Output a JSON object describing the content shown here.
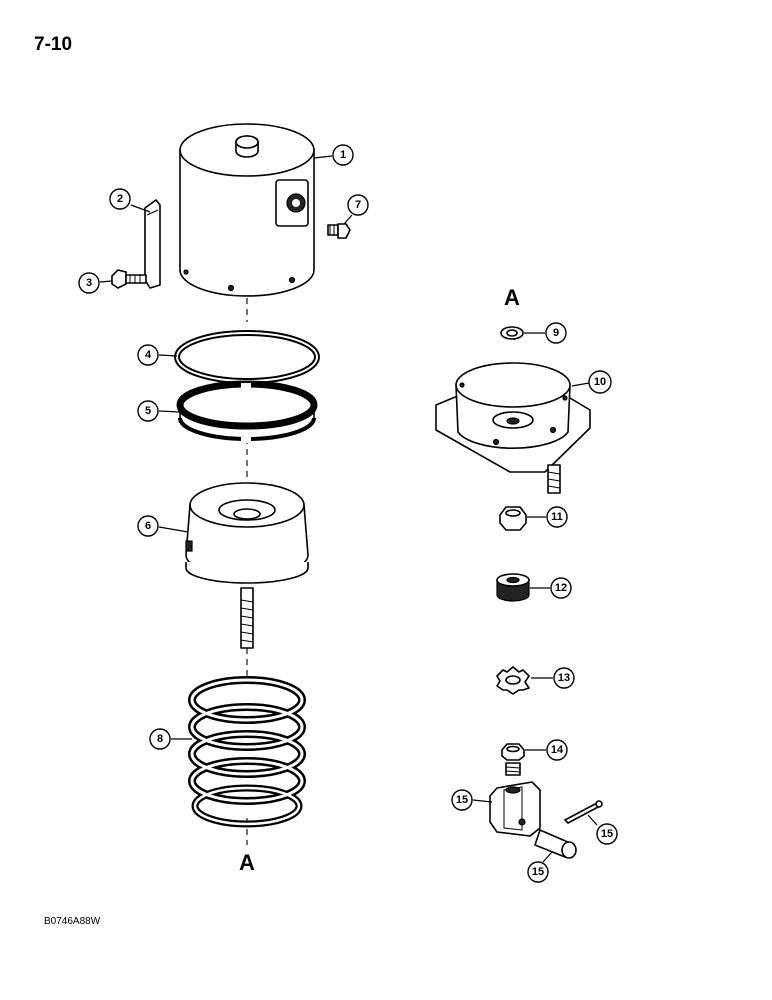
{
  "page_number": "7-10",
  "figure_code": "B0746A88W",
  "reference_letters": {
    "top": "A",
    "bottom": "A"
  },
  "callouts": [
    {
      "id": "c1",
      "label": "1"
    },
    {
      "id": "c2",
      "label": "2"
    },
    {
      "id": "c3",
      "label": "3"
    },
    {
      "id": "c4",
      "label": "4"
    },
    {
      "id": "c5",
      "label": "5"
    },
    {
      "id": "c6",
      "label": "6"
    },
    {
      "id": "c7",
      "label": "7"
    },
    {
      "id": "c8",
      "label": "8"
    },
    {
      "id": "c9",
      "label": "9"
    },
    {
      "id": "c10",
      "label": "10"
    },
    {
      "id": "c11",
      "label": "11"
    },
    {
      "id": "c12",
      "label": "12"
    },
    {
      "id": "c13",
      "label": "13"
    },
    {
      "id": "c14",
      "label": "14"
    },
    {
      "id": "c15a",
      "label": "15"
    },
    {
      "id": "c15b",
      "label": "15"
    },
    {
      "id": "c15c",
      "label": "15"
    }
  ]
}
